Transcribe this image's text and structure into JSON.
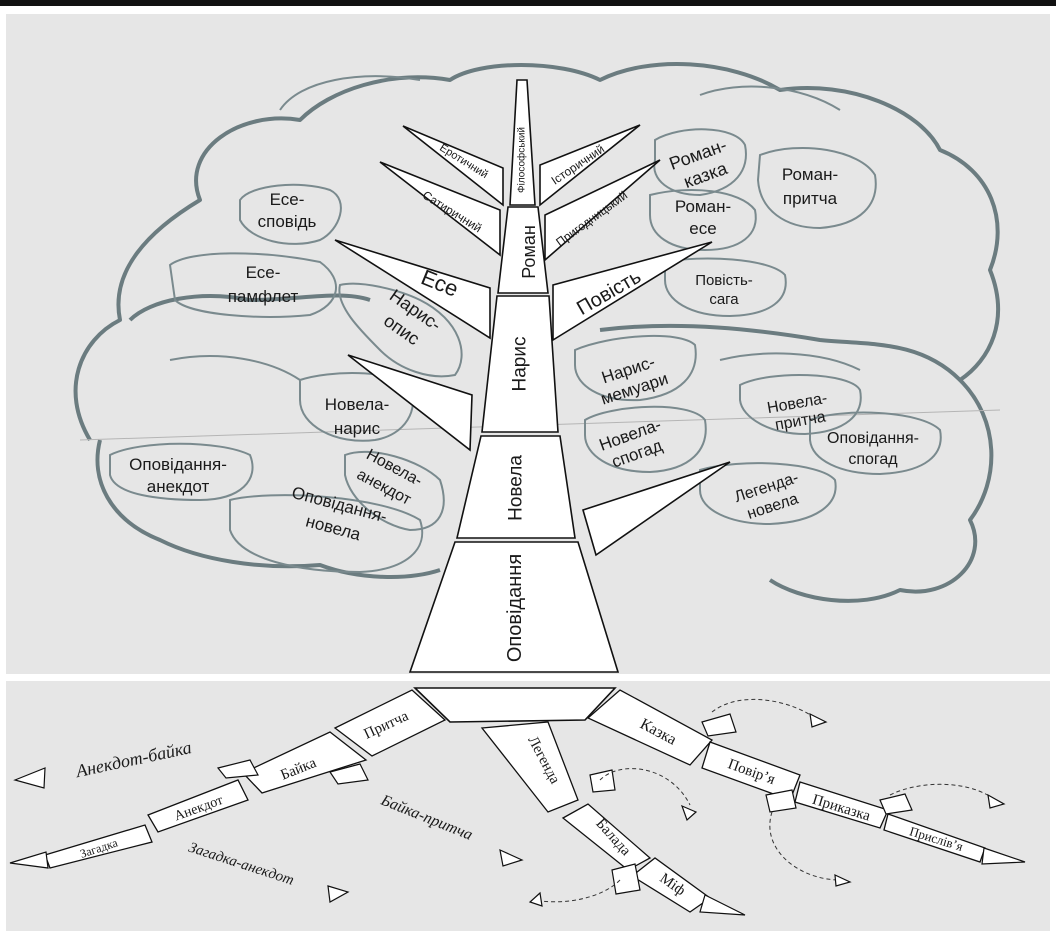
{
  "trunk": {
    "roman": "Роман",
    "narys": "Нарис",
    "novela": "Новела",
    "opovidannia": "Оповідання"
  },
  "branches": {
    "filosofskyi": "Філософський",
    "erotychnyi": "Еротичний",
    "istorychnyi": "Історичний",
    "satyrychnyi": "Сатиричний",
    "pryhodnytskyi": "Пригодницький",
    "ese": "Есе",
    "povist": "Повість"
  },
  "clouds": {
    "ese_spovid": [
      "Есе-",
      "сповідь"
    ],
    "ese_pamflet": [
      "Есе-",
      "памфлет"
    ],
    "narys_opys": [
      "Нарис-",
      "опис"
    ],
    "novela_narys": [
      "Новела-",
      "нарис"
    ],
    "opovidannia_anekdot": [
      "Оповідання-",
      "анекдот"
    ],
    "novela_anekdot": [
      "Новела-",
      "анекдот"
    ],
    "opovidannia_novela": [
      "Оповідання-",
      "новела"
    ],
    "roman_kazka": [
      "Роман-",
      "казка"
    ],
    "roman_prytcha": [
      "Роман-",
      "притча"
    ],
    "roman_ese": [
      "Роман-",
      "есе"
    ],
    "povist_saha": [
      "Повість-",
      "сага"
    ],
    "narys_memuary": [
      "Нарис-",
      "мемуари"
    ],
    "novela_spohad": [
      "Новела-",
      "спогад"
    ],
    "novela_prytcha": [
      "Новела-",
      "притча"
    ],
    "opovidannia_spohad": [
      "Оповідання-",
      "спогад"
    ],
    "lehenda_novela": [
      "Легенда-",
      "новела"
    ]
  },
  "roots": {
    "prytcha": "Притча",
    "baika": "Байка",
    "anekdot": "Анекдот",
    "zahadka": "Загадка",
    "anekdot_baika": "Анекдот-байка",
    "baika_prytcha": "Байка-притча",
    "zahadka_anekdot": "Загадка-анекдот",
    "lehenda": "Легенда",
    "balada": "Балада",
    "mif": "Міф",
    "kazka": "Казка",
    "povir_ia": "Повір’я",
    "prykazka": "Приказка",
    "pryslivia": "Прислів’я"
  },
  "colors": {
    "background": "#e6e6e6",
    "cloud_stroke": "#6b7c80",
    "box_fill": "#ffffff",
    "ink": "#111111"
  }
}
